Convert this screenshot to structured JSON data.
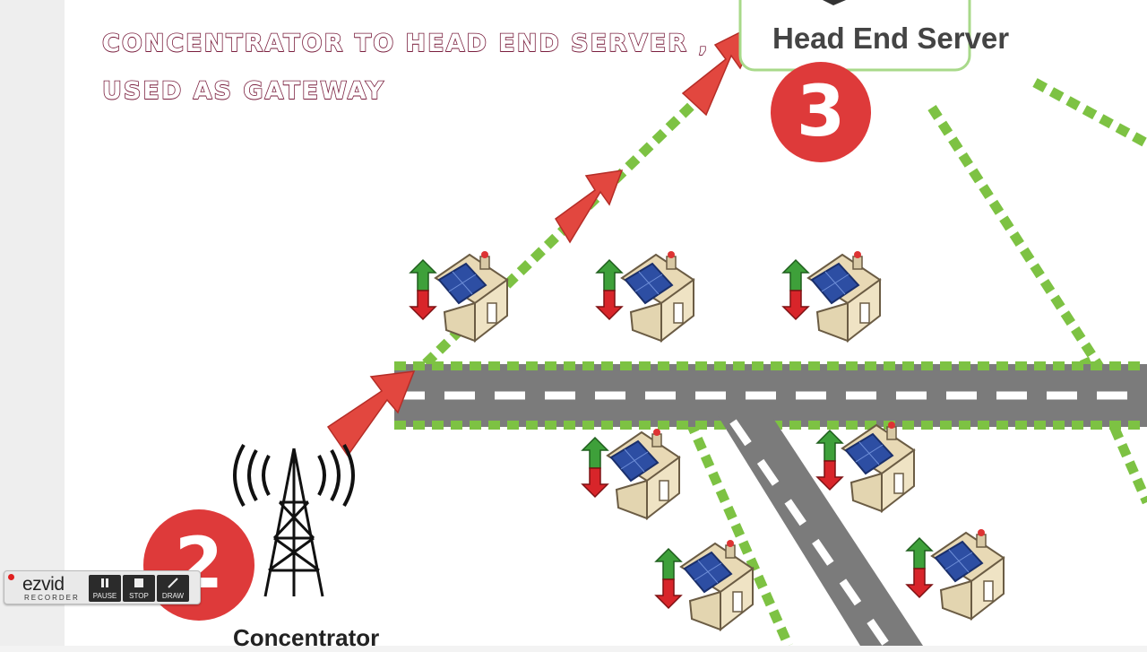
{
  "caption": {
    "line1": "CONCENTRATOR TO HEAD END SERVER ,",
    "line2": "USED AS GATEWAY"
  },
  "diagram": {
    "head_end_label": "Head End Server",
    "concentrator_label": "Concentrator",
    "step_3": "3",
    "step_2": "2"
  },
  "colors": {
    "link_green": "#7dc243",
    "arrow_red": "#e2473f",
    "badge_red": "#de3a3a",
    "road_gray": "#8a8a8a",
    "caption_outline": "#7a1f3e"
  },
  "recorder": {
    "logo": "ezvid",
    "subtitle": "RECORDER",
    "buttons": [
      "PAUSE",
      "STOP",
      "DRAW"
    ]
  }
}
